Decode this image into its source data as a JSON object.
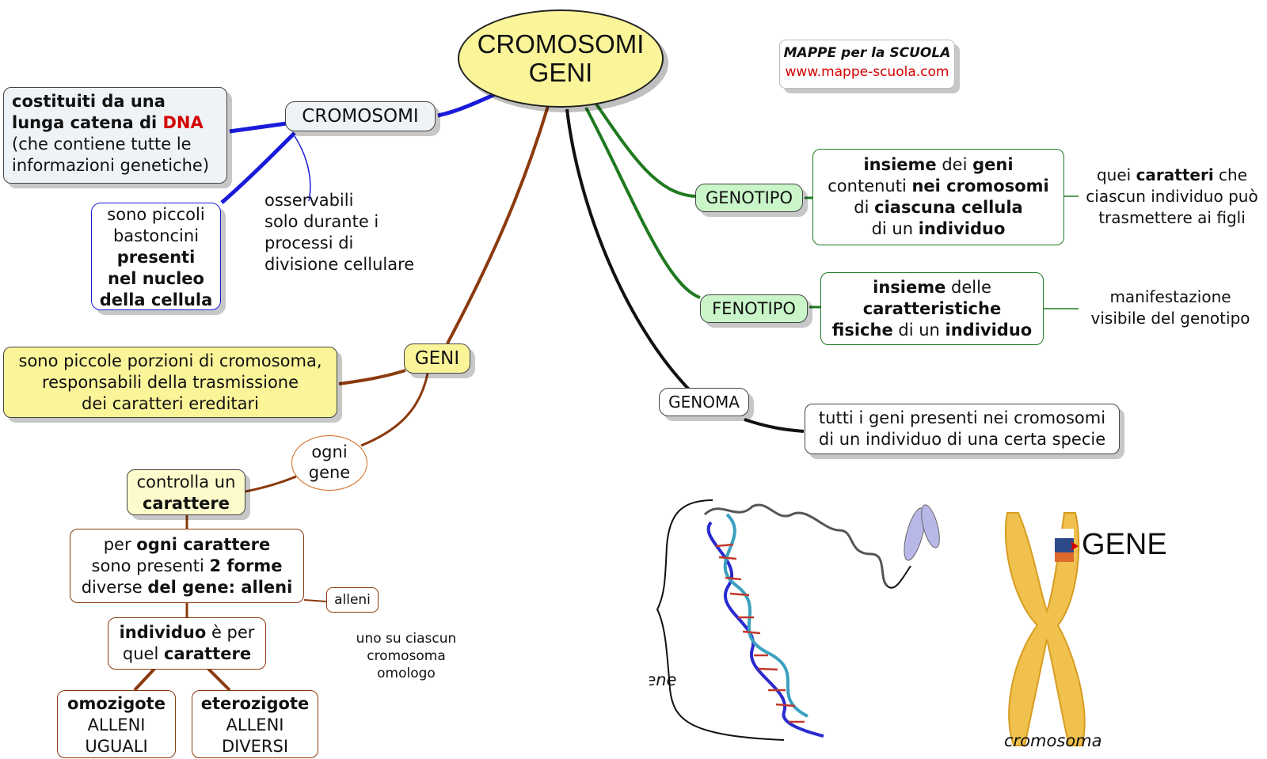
{
  "title": {
    "line1": "CROMOSOMI",
    "line2": "GENI"
  },
  "brand": {
    "name": "MAPPE per la SCUOLA",
    "url": "www.mappe-scuola.com"
  },
  "cromosomi": {
    "label": "CROMOSOMI",
    "desc": {
      "l1": "costituiti da una",
      "l2a": "lunga catena di ",
      "l2b": "DNA",
      "l3": "(che contiene tutte le",
      "l4": "informazioni genetiche)"
    },
    "shape": {
      "l1": "sono piccoli",
      "l2": "bastoncini",
      "l3": "presenti",
      "l4": "nel nucleo",
      "l5": "della cellula"
    },
    "observ": {
      "l1": "osservabili",
      "l2": "solo durante i",
      "l3": "processi di",
      "l4": "divisione cellulare"
    }
  },
  "geni": {
    "label": "GENI",
    "desc": {
      "l1": "sono piccole porzioni di cromosoma,",
      "l2": "responsabili della trasmissione",
      "l3": "dei caratteri ereditari"
    },
    "ogni_gene": {
      "l1": "ogni",
      "l2": "gene"
    },
    "controlla": {
      "l1": "controlla un",
      "l2": "carattere"
    },
    "forme": {
      "l1a": "per ",
      "l1b": "ogni carattere",
      "l2a": "sono presenti ",
      "l2b": "2 forme",
      "l3a": "diverse ",
      "l3b": "del gene: alleni"
    },
    "alleni_label": "alleni",
    "alleni_note": {
      "l1": "uno su ciascun",
      "l2": "cromosoma",
      "l3": "omologo"
    },
    "individuo": {
      "l1a": "individuo",
      "l1b": " è per",
      "l2a": "quel ",
      "l2b": "carattere"
    },
    "omozigote": {
      "l1": "omozigote",
      "l2": "ALLENI",
      "l3": "UGUALI"
    },
    "eterozigote": {
      "l1": "eterozigote",
      "l2": "ALLENI",
      "l3": "DIVERSI"
    }
  },
  "genotipo": {
    "label": "GENOTIPO",
    "desc": {
      "l1a": "insieme",
      "l1b": " dei ",
      "l1c": "geni",
      "l2a": "contenuti ",
      "l2b": "nei cromosomi",
      "l3a": "di ",
      "l3b": "ciascuna cellula",
      "l4a": "di un ",
      "l4b": "individuo"
    },
    "note": {
      "l1a": "quei ",
      "l1b": "caratteri",
      "l1c": " che",
      "l2": "ciascun individuo può",
      "l3": "trasmettere ai figli"
    }
  },
  "fenotipo": {
    "label": "FENOTIPO",
    "desc": {
      "l1a": "insieme",
      "l1b": " delle",
      "l2": "caratteristiche",
      "l3a": "fisiche",
      "l3b": " di un ",
      "l3c": "individuo"
    },
    "note": {
      "l1": "manifestazione",
      "l2": "visibile del genotipo"
    }
  },
  "genoma": {
    "label": "GENOMA",
    "desc": {
      "l1": "tutti i geni presenti nei cromosomi",
      "l2": "di un individuo di una certa specie"
    }
  },
  "illustrations": {
    "gene_caption": "gene",
    "gene_label": "GENE",
    "chromosome_caption": "cromosoma"
  },
  "colors": {
    "blue": "#1a1adb",
    "brown": "#8b3a0e",
    "green": "#1f7a1f",
    "black": "#111111",
    "title_fill": "#fbf59a"
  }
}
